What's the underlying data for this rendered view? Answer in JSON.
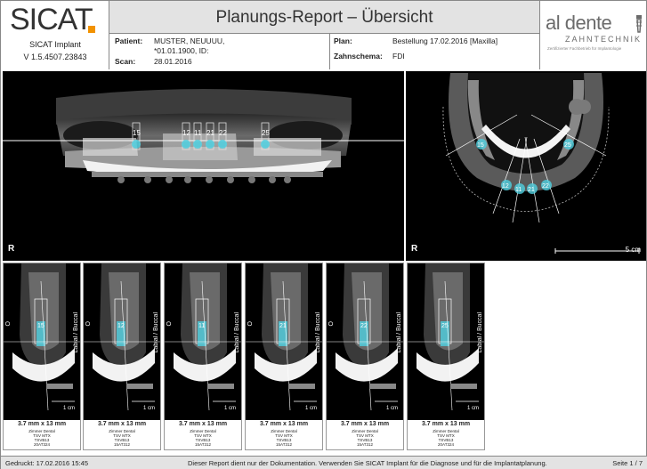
{
  "header": {
    "brand": "SICAT",
    "product": "SICAT Implant",
    "version": "V 1.5.4507.23843",
    "title": "Planungs-Report – Übersicht",
    "patient_label": "Patient:",
    "patient_value_1": "MUSTER, NEUUUU,",
    "patient_value_2": "*01.01.1900, ID:",
    "scan_label": "Scan:",
    "scan_value": "28.01.2016",
    "plan_label": "Plan:",
    "plan_value": "Bestellung 17.02.2016 [Maxilla]",
    "scheme_label": "Zahnschema:",
    "scheme_value": "FDI"
  },
  "partner_logo": {
    "name": "al dente",
    "sub": "ZAHNTECHNIK",
    "tagline": "Zertifizierter Fachbetrieb für Implantologie"
  },
  "panorama": {
    "corner": "R",
    "teeth": [
      "15",
      "12",
      "11",
      "21",
      "22",
      "25"
    ]
  },
  "axial": {
    "corner": "R",
    "scale": "5 cm",
    "teeth": [
      "15",
      "12",
      "11",
      "21",
      "22",
      "25"
    ]
  },
  "sections": [
    {
      "tooth": "15",
      "dim": "3.7 mm x 13 mm",
      "line1": "Zimmer Dental",
      "line2": "TSV MTX",
      "line3": "TSVB13",
      "line4": "20AT324",
      "side_left": "O",
      "side_right": "Labial / Buccal",
      "scale": "1 cm"
    },
    {
      "tooth": "12",
      "dim": "3.7 mm x 13 mm",
      "line1": "Zimmer Dental",
      "line2": "TSV MTX",
      "line3": "TSVB13",
      "line4": "15AT312",
      "side_left": "O",
      "side_right": "Labial / Buccal",
      "scale": "1 cm"
    },
    {
      "tooth": "11",
      "dim": "3.7 mm x 13 mm",
      "line1": "Zimmer Dental",
      "line2": "TSV MTX",
      "line3": "TSVB13",
      "line4": "15AT312",
      "side_left": "O",
      "side_right": "Labial / Buccal",
      "scale": "1 cm"
    },
    {
      "tooth": "21",
      "dim": "3.7 mm x 13 mm",
      "line1": "Zimmer Dental",
      "line2": "TSV MTX",
      "line3": "TSVB13",
      "line4": "15AT312",
      "side_left": "O",
      "side_right": "Labial / Buccal",
      "scale": "1 cm"
    },
    {
      "tooth": "22",
      "dim": "3.7 mm x 13 mm",
      "line1": "Zimmer Dental",
      "line2": "TSV MTX",
      "line3": "TSVB13",
      "line4": "15AT312",
      "side_left": "O",
      "side_right": "Labial / Buccal",
      "scale": "1 cm"
    },
    {
      "tooth": "25",
      "dim": "3.7 mm x 13 mm",
      "line1": "Zimmer Dental",
      "line2": "TSV MTX",
      "line3": "TSVB13",
      "line4": "20AT324",
      "side_left": "",
      "side_right": "Labial / Buccal",
      "scale": "1 cm"
    }
  ],
  "footer": {
    "printed": "Gedruckt: 17.02.2016 15:45",
    "notice": "Dieser Report dient nur der Dokumentation. Verwenden Sie SICAT Implant für die Diagnose und für die Implantatplanung.",
    "page": "Seite 1 / 7"
  },
  "colors": {
    "implant": "#4fd0e0",
    "brand_accent": "#f29200",
    "header_bg": "#e3e3e3"
  }
}
